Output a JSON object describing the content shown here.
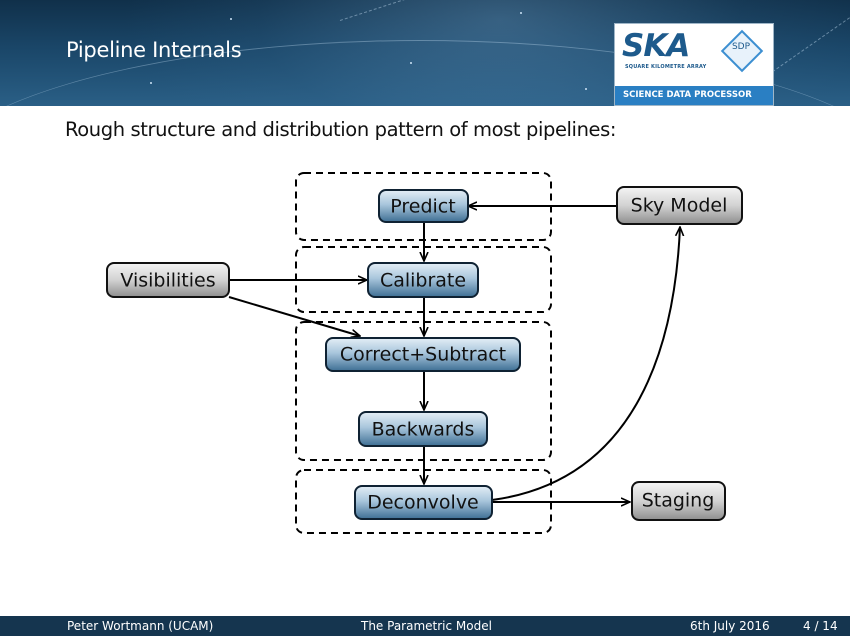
{
  "slide": {
    "title": "Pipeline Internals",
    "subtitle": "Rough structure and distribution pattern of most pipelines:"
  },
  "logo": {
    "main": "SKA",
    "tagline": "SQUARE KILOMETRE ARRAY",
    "badge": "SDP",
    "bar": "SCIENCE DATA PROCESSOR"
  },
  "diagram": {
    "nodes": {
      "predict": "Predict",
      "sky_model": "Sky Model",
      "visibilities": "Visibilities",
      "calibrate": "Calibrate",
      "correct_subtract": "Correct+Subtract",
      "backwards": "Backwards",
      "deconvolve": "Deconvolve",
      "staging": "Staging"
    }
  },
  "footer": {
    "author": "Peter Wortmann  (UCAM)",
    "talk": "The Parametric Model",
    "date": "6th July 2016",
    "page": "4 / 14"
  }
}
